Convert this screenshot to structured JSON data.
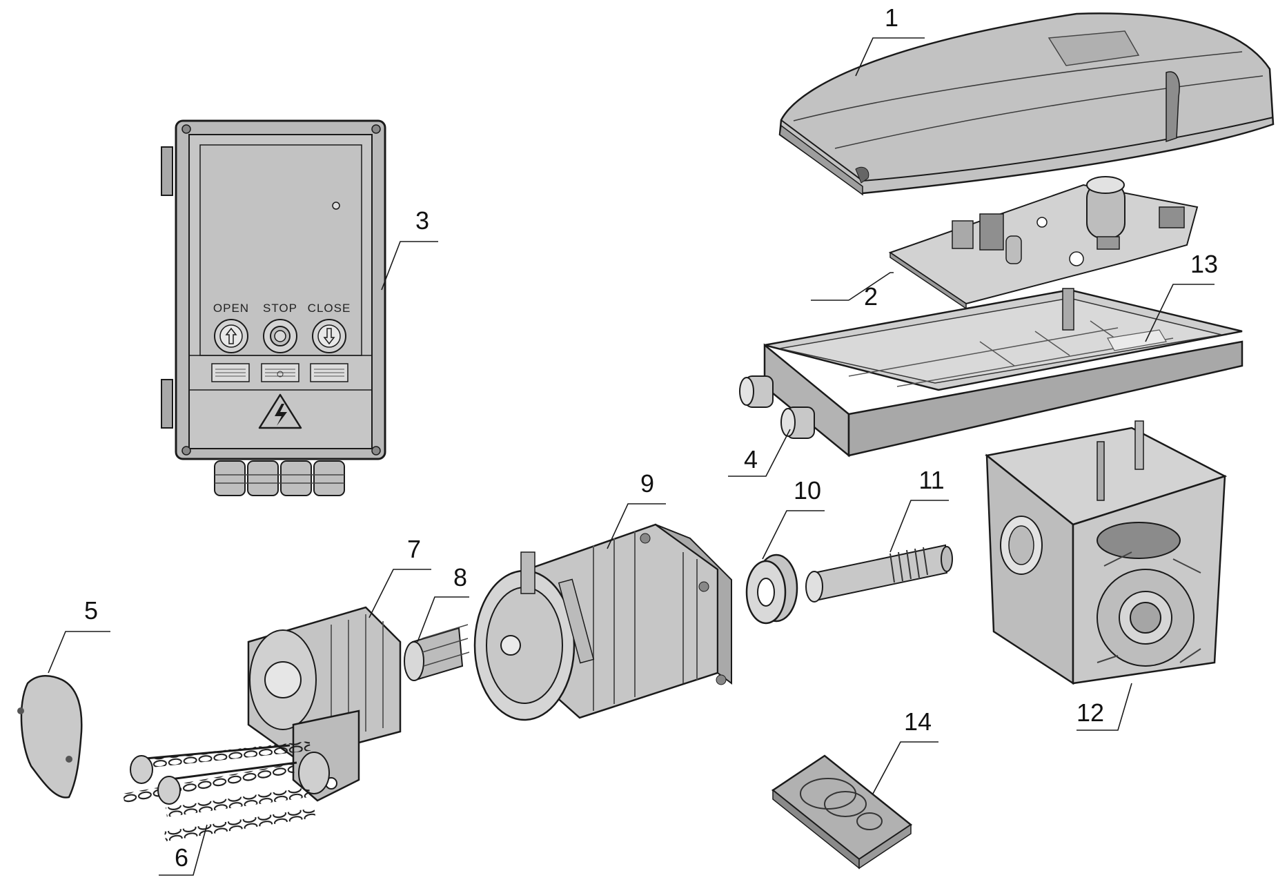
{
  "callouts": [
    {
      "id": "1",
      "label": "1",
      "part": "top-cover"
    },
    {
      "id": "2",
      "label": "2",
      "part": "control-board"
    },
    {
      "id": "3",
      "label": "3",
      "part": "wall-control-box"
    },
    {
      "id": "4",
      "label": "4",
      "part": "board-housing"
    },
    {
      "id": "5",
      "label": "5",
      "part": "side-cover"
    },
    {
      "id": "6",
      "label": "6",
      "part": "hand-chain"
    },
    {
      "id": "7",
      "label": "7",
      "part": "chain-wheel-housing"
    },
    {
      "id": "8",
      "label": "8",
      "part": "coupling-gear"
    },
    {
      "id": "9",
      "label": "9",
      "part": "motor"
    },
    {
      "id": "10",
      "label": "10",
      "part": "bearing"
    },
    {
      "id": "11",
      "label": "11",
      "part": "worm-shaft"
    },
    {
      "id": "12",
      "label": "12",
      "part": "gearbox-housing"
    },
    {
      "id": "13",
      "label": "13",
      "part": "screw"
    },
    {
      "id": "14",
      "label": "14",
      "part": "accessory-kit"
    }
  ],
  "control_box": {
    "buttons": [
      {
        "label": "OPEN",
        "icon": "arrow-up-icon"
      },
      {
        "label": "STOP",
        "icon": "stop-circle-icon"
      },
      {
        "label": "CLOSE",
        "icon": "arrow-down-icon"
      }
    ],
    "warning_icon": "high-voltage-icon"
  },
  "colors": {
    "line": "#1a1a1a",
    "part_fill": "#c9c9c9",
    "part_light": "#dedede",
    "part_dark": "#9a9a9a"
  }
}
